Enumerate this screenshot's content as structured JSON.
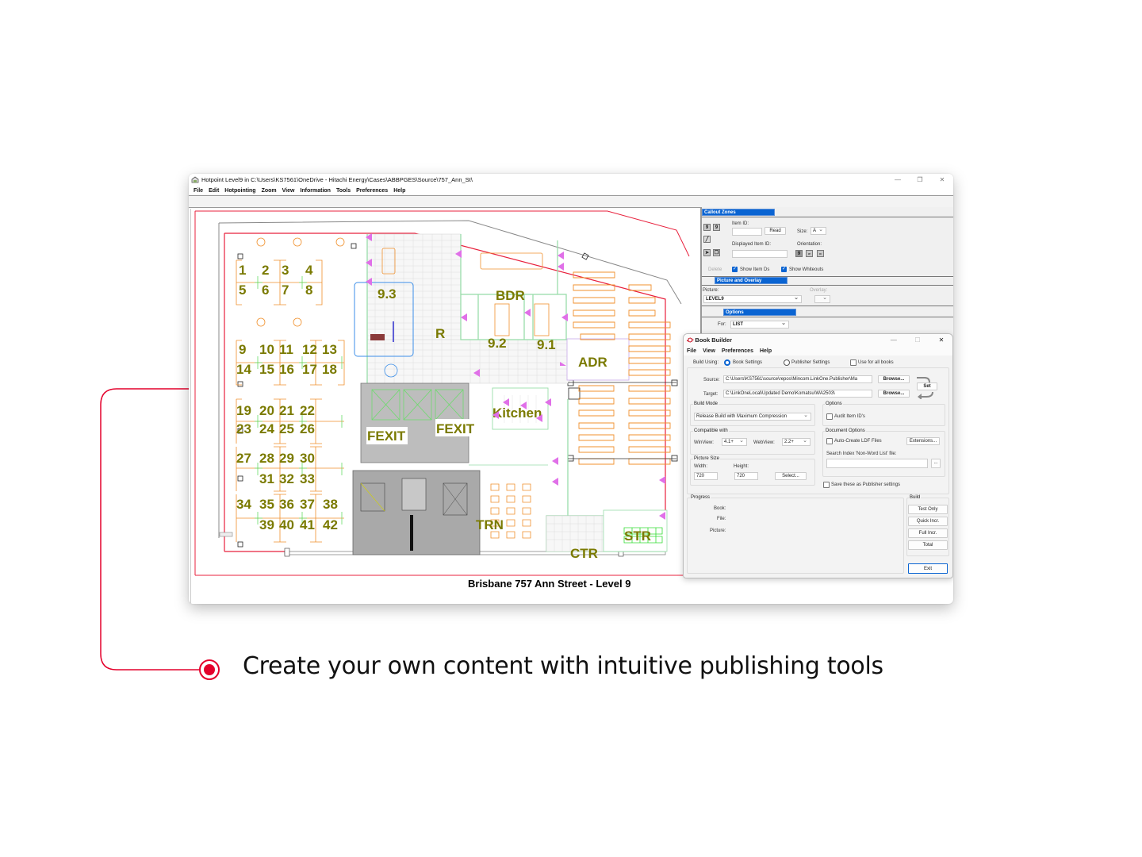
{
  "caption": {
    "text": "Create your own content with intuitive publishing tools",
    "accent_color": "#e4002b"
  },
  "window": {
    "title": "Hotpoint Level9 in C:\\Users\\KS7561\\OneDrive - Hitachi Energy\\Cases\\ABBPGES\\Source\\757_Ann_St\\",
    "controls": {
      "minimize": "—",
      "maximize": "❐",
      "close": "✕"
    },
    "menu": [
      "File",
      "Edit",
      "Hotpointing",
      "Zoom",
      "View",
      "Information",
      "Tools",
      "Preferences",
      "Help"
    ]
  },
  "drawing": {
    "plan_title": "Brisbane 757 Ann Street - Level 9",
    "desk_numbers": [
      "1",
      "2",
      "3",
      "4",
      "5",
      "6",
      "7",
      "8",
      "9",
      "10",
      "11",
      "12",
      "13",
      "14",
      "15",
      "16",
      "17",
      "18",
      "19",
      "20",
      "21",
      "22",
      "23",
      "24",
      "25",
      "26",
      "27",
      "28",
      "29",
      "30",
      "31",
      "32",
      "33",
      "34",
      "35",
      "36",
      "37",
      "38",
      "39",
      "40",
      "41",
      "42"
    ],
    "rooms": [
      "9.3",
      "BDR",
      "R",
      "9.2",
      "9.1",
      "ADR",
      "FEXIT",
      "FEXIT",
      "Kitchen",
      "TRN",
      "CTR",
      "STR"
    ],
    "colors": {
      "label": "#7a7a00",
      "furniture": "#f0902c",
      "walls_green": "#66dd66",
      "arrow": "#e060e0",
      "border_red": "#e8203c",
      "core_gray": "#b0b0b0"
    }
  },
  "callout_panel": {
    "section_callout": "Callout Zones",
    "item_id_label": "Item ID:",
    "item_id_value": "",
    "read_button": "Read",
    "size_label": "Size:",
    "size_value": "A",
    "displayed_item_id_label": "Displayed Item ID:",
    "displayed_item_id_value": "",
    "orientation_label": "Orientation:",
    "delete_button": "Delete",
    "show_item_ids": "Show Item Ds",
    "show_whiteouts": "Show Whiteouts",
    "section_picture": "Picture and Overlay",
    "picture_label": "Picture:",
    "picture_value": "LEVEL9",
    "overlay_label": "Overlay:",
    "overlay_value": "",
    "section_options": "Options",
    "for_label": "For:",
    "for_value": "LIST"
  },
  "book_builder": {
    "title": "Book Builder",
    "controls": {
      "minimize": "—",
      "maximize": "☐",
      "close": "✕"
    },
    "menu": [
      "File",
      "View",
      "Preferences",
      "Help"
    ],
    "build_using_label": "Build Using:",
    "build_using_options": [
      "Book Settings",
      "Publisher Settings"
    ],
    "build_using_selected": "Book Settings",
    "use_for_all_books": "Use for all books",
    "source_label": "Source:",
    "source_value": "C:\\Users\\KS7561\\source\\repos\\Mincom.LinkOne.Publisher\\Ma",
    "target_label": "Target:",
    "target_value": "C:\\LinkOneLocal\\Updated Demo\\Komatsu\\WA2503\\",
    "browse_label": "Browse...",
    "set_label": "Set",
    "build_mode_label": "Build Mode",
    "build_mode_value": "Release Build with Maximum Compression",
    "options_label": "Options",
    "audit_item_ids": "Audit Item ID's",
    "compatible_with_label": "Compatible with",
    "winview_label": "WinView:",
    "winview_value": "4.1+",
    "webview_label": "WebView:",
    "webview_value": "2.2+",
    "document_options_label": "Document Options",
    "auto_create_ldf": "Auto-Create LDF Files",
    "extensions_button": "Extensions...",
    "search_index_label": "Search Index 'Non-Word List' file:",
    "search_index_value": "",
    "ellipsis_button": "...",
    "picture_size_label": "Picture Size",
    "width_label": "Width:",
    "width_value": "720",
    "height_label": "Height:",
    "height_value": "720",
    "select_button": "Select...",
    "save_publisher": "Save these as Publisher settings",
    "progress_label": "Progress",
    "progress_book": "Book:",
    "progress_file": "File:",
    "progress_picture": "Picture:",
    "build_label": "Build",
    "build_buttons": [
      "Test Only",
      "Quick Incr.",
      "Full Incr.",
      "Total"
    ],
    "exit_button": "Exit"
  }
}
